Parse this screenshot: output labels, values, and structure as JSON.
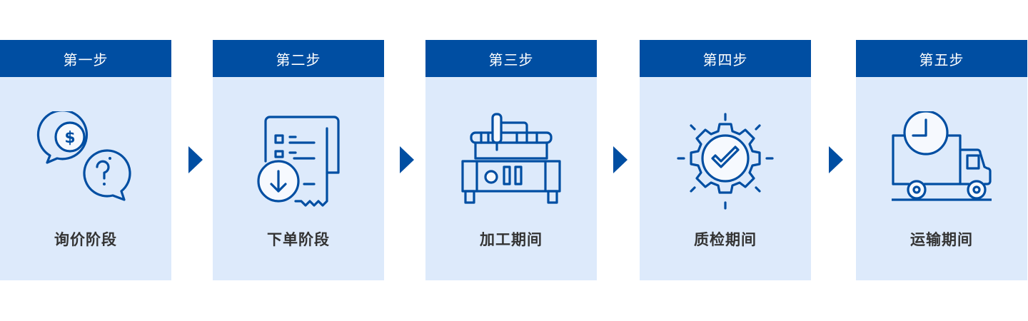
{
  "colors": {
    "header": "#004ea2",
    "card_bg": "#ddeafb",
    "label": "#333333",
    "arrow": "#004ea2"
  },
  "steps": [
    {
      "step": "第一步",
      "label": "询价阶段",
      "icon": "chat-bubbles-dollar-question-icon"
    },
    {
      "step": "第二步",
      "label": "下单阶段",
      "icon": "receipt-download-icon"
    },
    {
      "step": "第三步",
      "label": "加工期间",
      "icon": "cnc-machine-icon"
    },
    {
      "step": "第四步",
      "label": "质检期间",
      "icon": "gear-checkmark-icon"
    },
    {
      "step": "第五步",
      "label": "运输期间",
      "icon": "delivery-truck-clock-icon"
    }
  ]
}
